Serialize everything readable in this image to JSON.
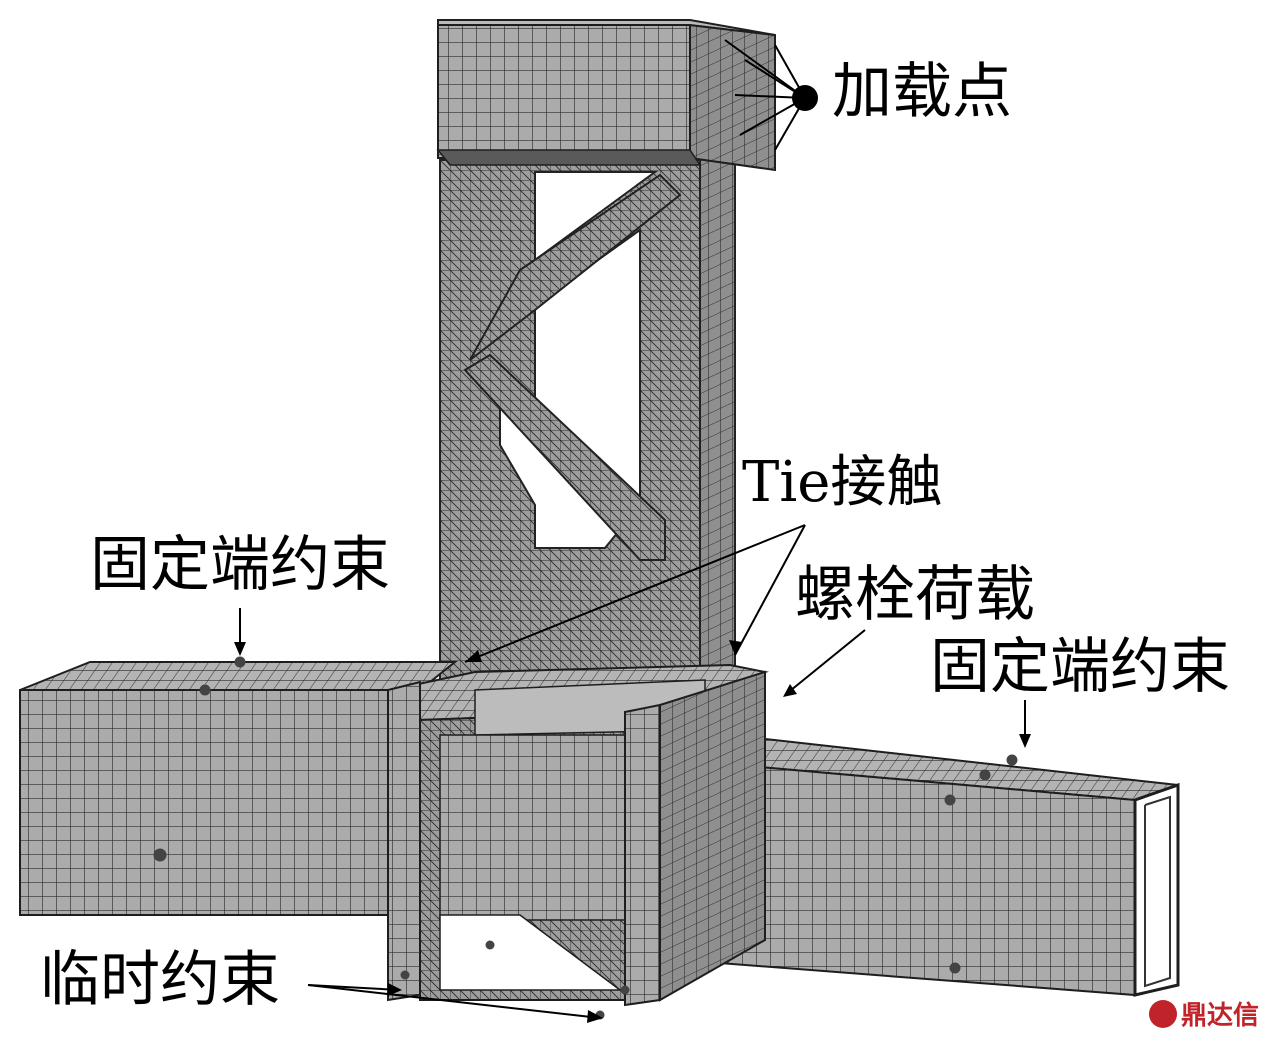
{
  "labels": {
    "loading_point": "加载点",
    "tie_contact": "Tie接触",
    "fixed_left": "固定端约束",
    "bolt_load": "螺栓荷载",
    "fixed_right": "固定端约束",
    "temp_constraint": "临时约束"
  },
  "watermark": "鼎达信",
  "colors": {
    "mesh_fill": "#a9a9a9",
    "mesh_line": "#333333",
    "text": "#000000"
  }
}
